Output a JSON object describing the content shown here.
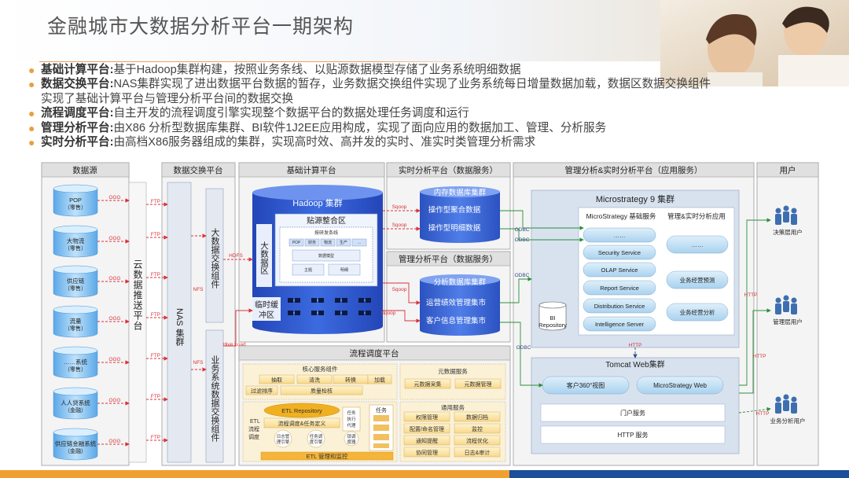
{
  "title": "金融城市大数据分析平台一期架构",
  "bullets": [
    {
      "head": "基础计算平台:",
      "text": "基于Hadoop集群构建，按照业务条线、以贴源数据模型存储了业务系统明细数据"
    },
    {
      "head": "数据交换平台:",
      "text": "NAS集群实现了进出数据平台数据的暂存，业务数据交换组件实现了业务系统每日增量数据加载，数据区数据交换组件",
      "cont": "实现了基础计算平台与管理分析平台间的数据交换"
    },
    {
      "head": "流程调度平台:",
      "text": "自主开发的流程调度引擎实现整个数据平台的数据处理任务调度和运行"
    },
    {
      "head": "管理分析平台:",
      "text": "由X86 分析型数据库集群、BI软件1J2EE应用构成，实现了面向应用的数据加工、管理、分析服务"
    },
    {
      "head": "实时分析平台:",
      "text": "由高档X86服务器组成的集群，实现高时效、高并发的实时、准实时类管理分析需求"
    }
  ],
  "diagram": {
    "panel_titles": {
      "datasource": "数据源",
      "exchange": "数据交换平台",
      "compute": "基础计算平台",
      "realtime": "实时分析平台（数据服务）",
      "mgmt_analysis": "管理分析平台（数据服务）",
      "app": "管理分析&实时分析平台（应用服务）",
      "users": "用户",
      "scheduler": "流程调度平台"
    },
    "sources": [
      {
        "name": "POP",
        "sub": "（零售）"
      },
      {
        "name": "大物流",
        "sub": "（零售）"
      },
      {
        "name": "供应链",
        "sub": "（零售）"
      },
      {
        "name": "流量",
        "sub": "（零售）"
      },
      {
        "name": "……系统",
        "sub": "（零售）"
      },
      {
        "name": "人人贷系统",
        "sub": "（金融）"
      },
      {
        "name": "供应链金融系统",
        "sub": "（金融）"
      }
    ],
    "labels": {
      "ogg": "OGG",
      "ftp": "FTP",
      "nfs": "NFS",
      "hdfs": "HDFS",
      "hive_load": "Hive Load",
      "sqoop": "Sqoop",
      "odbc": "ODBC",
      "http": "HTTP"
    },
    "cloud_push": "云数据推送平台",
    "nas": "NAS 集群",
    "big_exchange": "大数据交换组件",
    "biz_exchange": "业务系统数据交换组件",
    "hadoop": "Hadoop 集群",
    "big_data_zone": "大数据区",
    "source_layer": "贴源整合区",
    "biz_lines": "按研发条线",
    "mini": {
      "a": "POP",
      "b": "财务",
      "c": "物流",
      "d": "生产",
      "e": "…",
      "f": "数据模型",
      "g": "主题",
      "h": "明细"
    },
    "temp_zone": "临时缓冲区",
    "mem_db": "内存数据库集群",
    "op_agg": "操作型聚合数据",
    "op_detail": "操作型明细数据",
    "analytic_db": "分析数据库集群",
    "ops_perf": "运营绩效管理集市",
    "cust_info": "客户信息管理集市",
    "microstrategy": "Microstrategy 9 集群",
    "ms_basic": "MicroStrategy 基础服务",
    "ms_app": "管理&实时分析应用",
    "ms_services": [
      "……",
      "Security Service",
      "OLAP Service",
      "Report Service",
      "Distribution Service",
      "Intelligence Server"
    ],
    "ms_apps": [
      "……",
      "业务经营预测",
      "业务经营分析"
    ],
    "bi_repo": "BI Repository",
    "tomcat": "Tomcat Web集群",
    "tomcat_items": [
      "客户360°视图",
      "MicroStrategy Web"
    ],
    "portal": "门户服务",
    "http_service": "HTTP 服务",
    "users": [
      "决策层用户",
      "管理层用户",
      "业务分析用户"
    ],
    "core_services": "核心服务组件",
    "core_items": [
      "抽取",
      "清洗",
      "转换",
      "加载",
      "过滤排序",
      "质量检核"
    ],
    "meta_services": "元数据服务",
    "meta_items": [
      "元数据采集",
      "元数据管理"
    ],
    "etl_repo": "ETL Repository",
    "etl_flow": "ETL 流程调度",
    "flow_task": "流程调度&任务定义",
    "log_mgr": "日志管理引擎",
    "task_store": "任务调度引擎",
    "task_exec": "任务执行代理",
    "lock": "锁调度",
    "task": "任务",
    "etl_mgmt": "ETL 管理和监控",
    "common_services": "通用服务",
    "common_items": [
      "权限管理",
      "数据归档",
      "配置/命名管理",
      "监控",
      "通知提醒",
      "流程优化",
      "协同管理",
      "日志&审计"
    ]
  },
  "colors": {
    "accent": "#e8a040",
    "navy": "#1b4e9b",
    "db_blue": "#2e5fd0",
    "arrow_red": "#d9323a",
    "arrow_green": "#2a8f3a"
  }
}
